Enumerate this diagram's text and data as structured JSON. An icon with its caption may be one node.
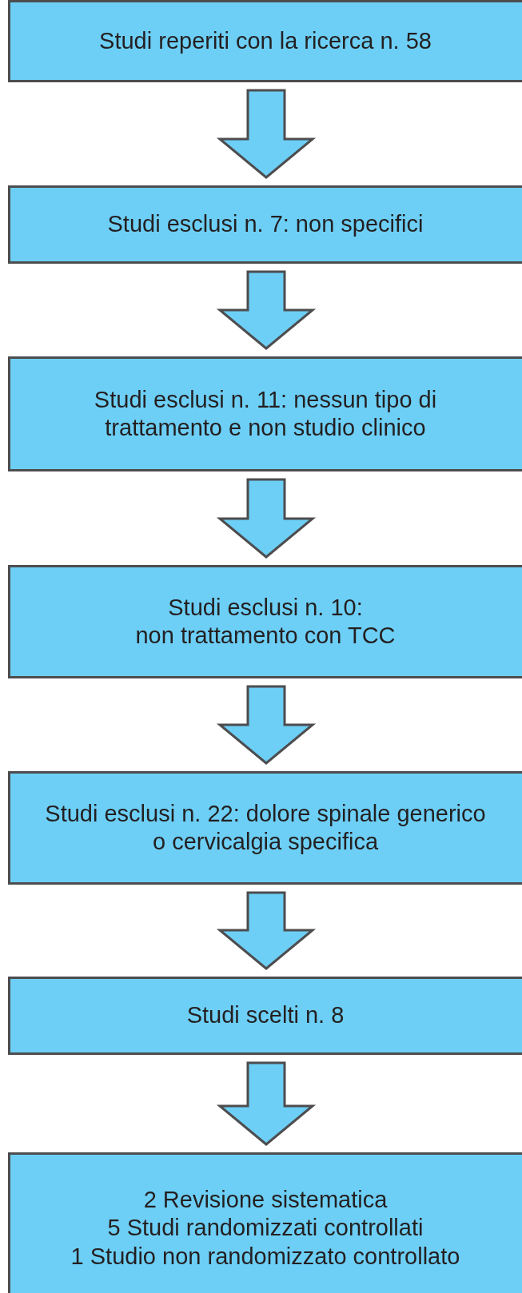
{
  "diagram": {
    "nodes": [
      {
        "text": [
          "Studi reperiti con la ricerca n. 58"
        ]
      },
      {
        "text": [
          "Studi esclusi n. 7: non specifici"
        ]
      },
      {
        "text": [
          "Studi esclusi n. 11: nessun tipo di trattamento e non studio clinico"
        ]
      },
      {
        "text": [
          "Studi esclusi n. 10:",
          "non trattamento con TCC"
        ]
      },
      {
        "text": [
          "Studi esclusi n. 22: dolore spinale generico o cervicalgia specifica"
        ]
      },
      {
        "text": [
          "Studi scelti n. 8"
        ]
      },
      {
        "text": [
          "2 Revisione sistematica",
          "5 Studi randomizzati controllati",
          "1 Studio non randomizzato controllato"
        ]
      }
    ],
    "edges": [
      {
        "from": 0,
        "to": 1,
        "arrow": "to"
      },
      {
        "from": 1,
        "to": 2,
        "arrow": "to"
      },
      {
        "from": 2,
        "to": 3,
        "arrow": "to"
      },
      {
        "from": 3,
        "to": 4,
        "arrow": "to"
      },
      {
        "from": 4,
        "to": 5,
        "arrow": "to"
      },
      {
        "from": 5,
        "to": 6,
        "arrow": "to"
      }
    ]
  }
}
